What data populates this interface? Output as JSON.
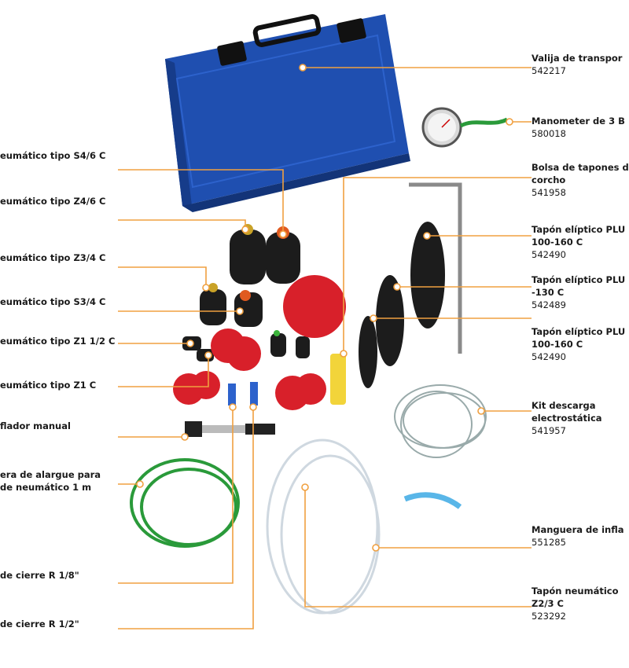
{
  "colors": {
    "leader": "#f0a040",
    "case": "#1f4fb0",
    "plug_black": "#1c1c1c",
    "bag_red": "#d8202a",
    "hose_green": "#2a9a3a"
  },
  "right_labels": [
    {
      "name": "valija-transporte",
      "lines": [
        "Valija de transpor"
      ],
      "code": "542217"
    },
    {
      "name": "manometer",
      "lines": [
        "Manometer de 3 B"
      ],
      "code": "580018"
    },
    {
      "name": "bolsa-tapones",
      "lines": [
        "Bolsa de tapones d",
        "corcho"
      ],
      "code": "541958"
    },
    {
      "name": "tapon-eliptico-1",
      "lines": [
        "Tapón elíptico PLU",
        "100-160 C"
      ],
      "code": "542490"
    },
    {
      "name": "tapon-eliptico-2",
      "lines": [
        "Tapón elíptico PLU",
        "-130 C"
      ],
      "code": "542489"
    },
    {
      "name": "tapon-eliptico-3",
      "lines": [
        "Tapón elíptico PLU",
        "100-160 C"
      ],
      "code": "542490"
    },
    {
      "name": "kit-descarga",
      "lines": [
        "Kit descarga",
        "electrostática"
      ],
      "code": "541957"
    },
    {
      "name": "manguera-inflado",
      "lines": [
        "Manguera de infla"
      ],
      "code": "551285"
    },
    {
      "name": "tapon-neumatico-z2",
      "lines": [
        "Tapón neumático",
        "Z2/3 C"
      ],
      "code": "523292"
    }
  ],
  "left_labels": [
    {
      "name": "neumatico-s46",
      "lines": [
        "eumático tipo S4/6 C"
      ]
    },
    {
      "name": "neumatico-z46",
      "lines": [
        "eumático tipo Z4/6 C"
      ]
    },
    {
      "name": "neumatico-z34",
      "lines": [
        "eumático tipo Z3/4 C"
      ]
    },
    {
      "name": "neumatico-s34",
      "lines": [
        "eumático tipo S3/4 C"
      ]
    },
    {
      "name": "neumatico-z112",
      "lines": [
        "eumático tipo Z1 1/2 C"
      ]
    },
    {
      "name": "neumatico-z1",
      "lines": [
        "eumático tipo Z1 C"
      ]
    },
    {
      "name": "inflador-manual",
      "lines": [
        "flador manual"
      ]
    },
    {
      "name": "manguera-alargue",
      "lines": [
        "era de alargue para",
        "de neumático 1 m"
      ]
    },
    {
      "name": "cierre-18",
      "lines": [
        "de cierre R 1/8\""
      ]
    },
    {
      "name": "cierre-12",
      "lines": [
        "de cierre R 1/2\""
      ]
    }
  ]
}
